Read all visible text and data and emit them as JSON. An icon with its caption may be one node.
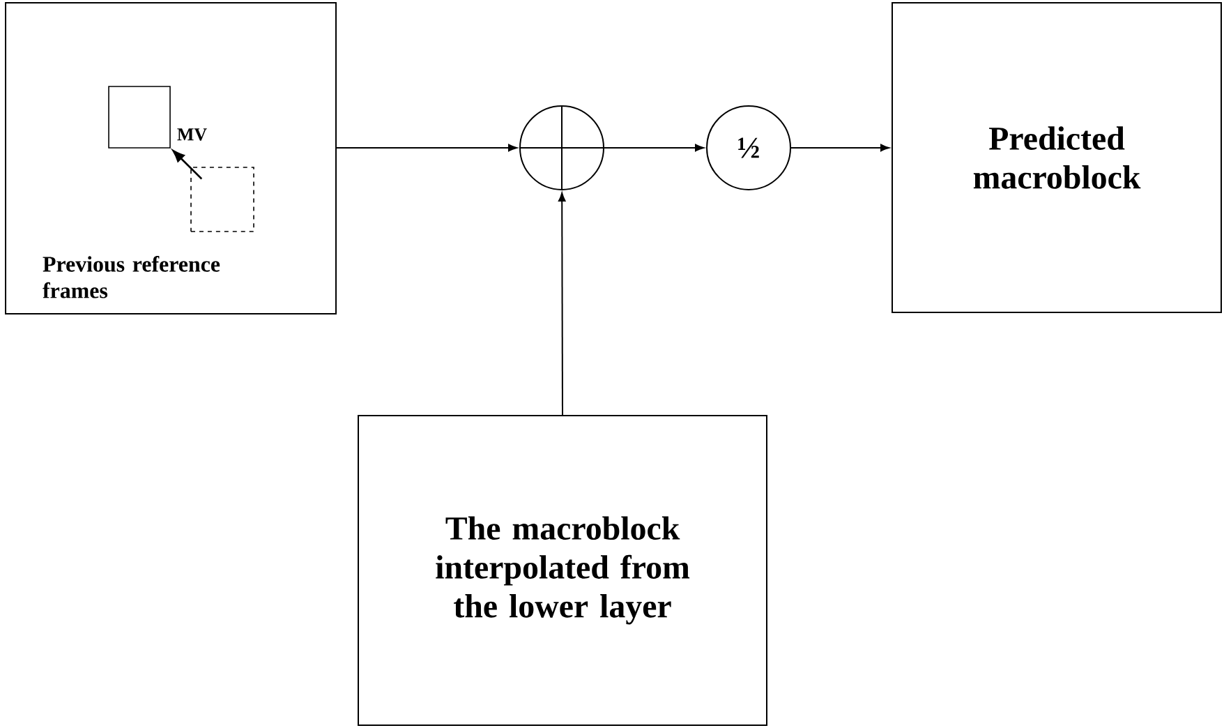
{
  "diagram": {
    "nodes": [
      {
        "text": [
          "Previous reference frames"
        ]
      },
      {
        "text": [],
        "shape": "box",
        "in": 0
      },
      {
        "text": [],
        "shape": "box",
        "in": 0
      },
      {
        "text": [],
        "shape": "circle"
      },
      {
        "text": [
          "½"
        ]
      },
      {
        "text": [
          "Predicted macroblock"
        ]
      },
      {
        "text": [
          "The macroblock interpolated from the lower layer"
        ]
      }
    ],
    "edges": [
      {
        "from": 2,
        "to": 1,
        "arrow": "to",
        "label": "MV"
      },
      {
        "from": 0,
        "to": 3,
        "arrow": "to"
      },
      {
        "from": 3,
        "to": 4,
        "arrow": "to"
      },
      {
        "from": 4,
        "to": 5,
        "arrow": "to"
      },
      {
        "from": 6,
        "to": 3,
        "arrow": "to"
      }
    ]
  }
}
